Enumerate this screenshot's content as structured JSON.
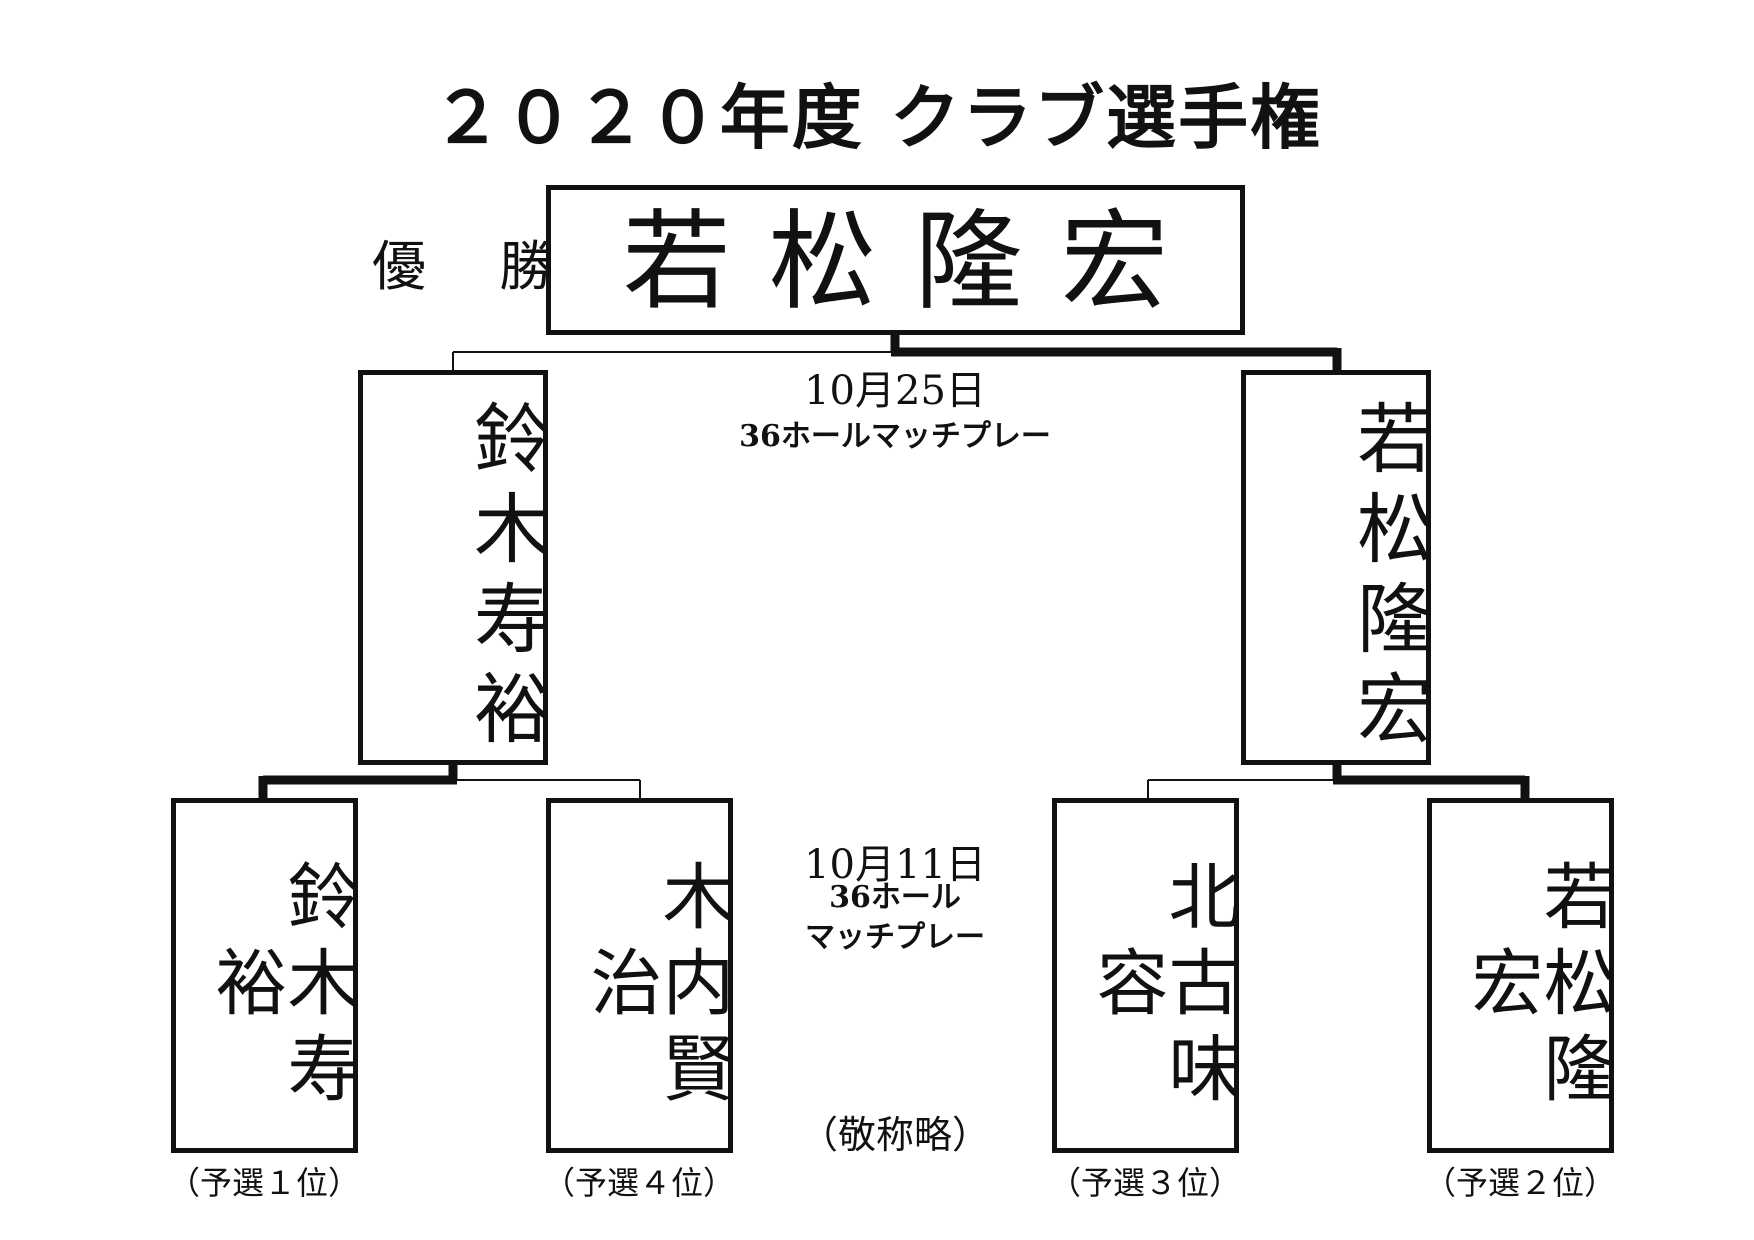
{
  "title": "２０２０年度 クラブ選手権",
  "champion": {
    "label": "優 勝",
    "name": "若松隆宏"
  },
  "final": {
    "date": "10月25日",
    "format": "36ホールマッチプレー"
  },
  "semifinalists": {
    "left": "鈴木寿裕",
    "right": "若松隆宏"
  },
  "quarterfinal": {
    "date": "10月11日",
    "format_line1": "36ホール",
    "format_line2": "マッチプレー",
    "note": "（敬称略）",
    "players": [
      {
        "name": "鈴木寿裕",
        "seed": "（予選１位）"
      },
      {
        "name": "木内賢治",
        "seed": "（予選４位）"
      },
      {
        "name": "北古味容",
        "seed": "（予選３位）"
      },
      {
        "name": "若松隆宏",
        "seed": "（予選２位）"
      }
    ]
  }
}
